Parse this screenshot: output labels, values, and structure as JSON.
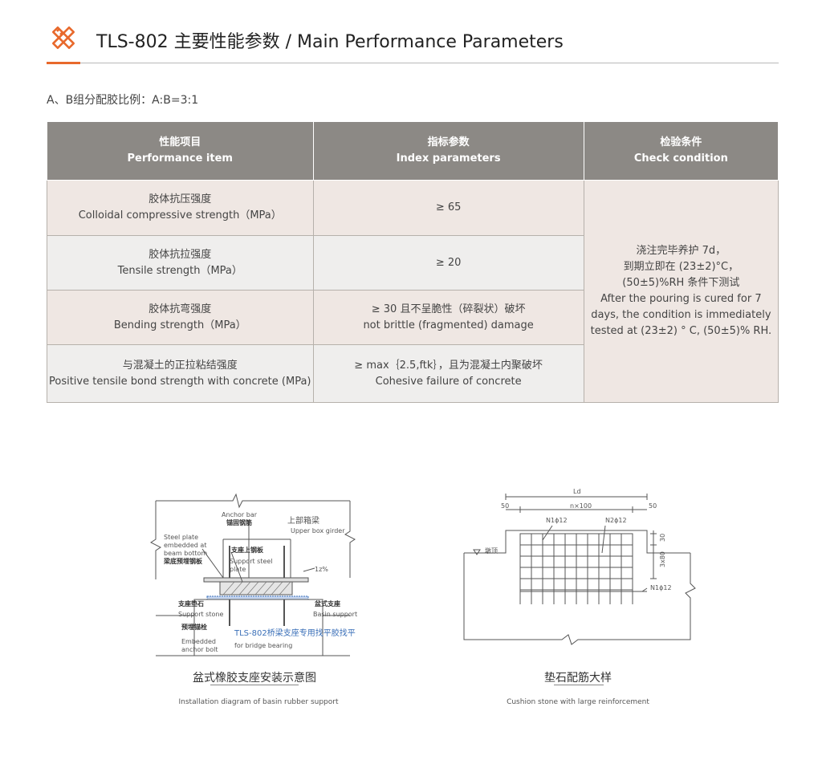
{
  "header": {
    "title": "TLS-802 主要性能参数 / Main Performance Parameters",
    "accent_color": "#e8692c",
    "icon": "ruler-pencil-icon"
  },
  "ratio_text": "A、B组分配胶比例：A:B=3:1",
  "table": {
    "columns": [
      {
        "cn": "性能项目",
        "en": "Performance item"
      },
      {
        "cn": "指标参数",
        "en": "Index parameters"
      },
      {
        "cn": "检验条件",
        "en": "Check condition"
      }
    ],
    "rows": [
      {
        "item_cn": "胶体抗压强度",
        "item_en": "Colloidal compressive strength（MPa）",
        "value_1": "≥ 65",
        "value_2": ""
      },
      {
        "item_cn": "胶体抗拉强度",
        "item_en": "Tensile strength（MPa）",
        "value_1": "≥ 20",
        "value_2": ""
      },
      {
        "item_cn": "胶体抗弯强度",
        "item_en": "Bending strength（MPa）",
        "value_1": "≥ 30 且不呈脆性（碎裂状）破坏",
        "value_2": "not brittle (fragmented) damage"
      },
      {
        "item_cn": "与混凝土的正拉粘结强度",
        "item_en": "Positive tensile bond strength with concrete (MPa)",
        "value_1": "≥ max｛2.5,ftk｝，且为混凝土内聚破坏",
        "value_2": "Cohesive failure of concrete"
      }
    ],
    "condition": {
      "line1": "浇注完毕养护 7d，",
      "line2": "到期立即在 (23±2)°C，",
      "line3": "(50±5)%RH 条件下测试",
      "line4": "After the pouring is cured for 7 days, the condition is immediately tested at (23±2) ° C, (50±5)% RH."
    },
    "header_bg": "#8c8985",
    "row_bg_a": "#efe7e3",
    "row_bg_b": "#efeeed"
  },
  "figure_left": {
    "caption_cn": "盆式橡胶支座安装示意图",
    "caption_en": "Installation diagram of basin rubber support",
    "labels": {
      "anchor_bar_en": "Anchor bar",
      "anchor_bar_cn": "锚固钢筋",
      "upper_girder_cn": "上部箱梁",
      "upper_girder_en": "Upper box girder",
      "steel_plate_1": "Steel plate",
      "steel_plate_2": "embedded at",
      "steel_plate_3": "beam bottom",
      "steel_plate_cn": "梁底预埋钢板",
      "support_plate_cn": "支座上钢板",
      "support_plate_en_1": "Support steel",
      "support_plate_en_2": "plate",
      "slope": "1z%",
      "support_stone_cn": "支座垫石",
      "support_stone_en": "Support stone",
      "basin_support_cn": "盆式支座",
      "basin_support_en": "Basin support",
      "anchor_bolt_cn": "预埋锚栓",
      "anchor_bolt_en_1": "Embedded",
      "anchor_bolt_en_2": "anchor bolt",
      "product_label": "TLS-802桥梁支座专用找平胶找平",
      "product_label_en": "for bridge bearing"
    }
  },
  "figure_right": {
    "caption_cn": "垫石配筋大样",
    "caption_en": "Cushion stone with large reinforcement",
    "labels": {
      "ld": "Ld",
      "dim_50_left": "50",
      "dim_n100": "n×100",
      "dim_50_right": "50",
      "n1_top": "N1ϕ12",
      "n2_top": "N2ϕ12",
      "dim_30": "30",
      "dim_3x80": "3x80",
      "pier_top": "墩顶",
      "n1_right": "N1ϕ12"
    }
  }
}
